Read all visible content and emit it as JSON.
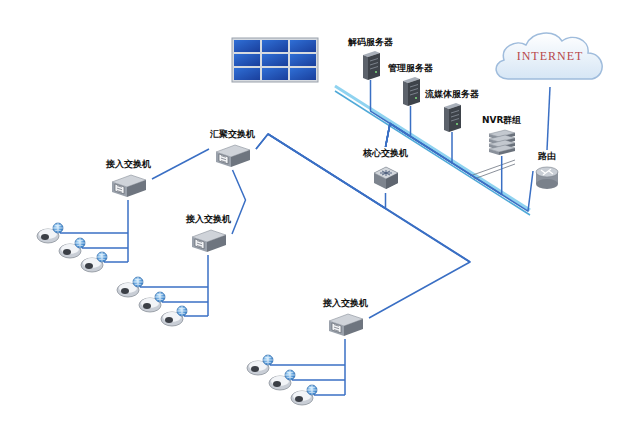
{
  "diagram": {
    "nodes": [
      {
        "text": [
          "INTERNET"
        ]
      },
      {
        "text": [
          "解码服务器"
        ]
      },
      {
        "text": [
          "管理服务器"
        ]
      },
      {
        "text": [
          "流媒体服务器"
        ]
      },
      {
        "text": [
          "NVR群组"
        ]
      },
      {
        "text": [
          "路由"
        ]
      },
      {
        "text": [
          "核心交换机"
        ]
      },
      {
        "text": [
          "汇聚交换机"
        ]
      },
      {
        "text": [
          "接入交换机"
        ]
      },
      {
        "text": [
          "接入交换机"
        ]
      },
      {
        "text": [
          "接入交换机"
        ]
      }
    ],
    "edges": [
      {
        "from": 5,
        "to": 0,
        "arrow": "none"
      },
      {
        "from": 1,
        "to": 6,
        "arrow": "none"
      },
      {
        "from": 2,
        "to": 6,
        "arrow": "none"
      },
      {
        "from": 3,
        "to": 6,
        "arrow": "none"
      },
      {
        "from": 4,
        "to": 6,
        "arrow": "none"
      },
      {
        "from": 5,
        "to": 6,
        "arrow": "none"
      },
      {
        "from": 6,
        "to": 7,
        "arrow": "none"
      },
      {
        "from": 7,
        "to": 8,
        "arrow": "none"
      },
      {
        "from": 7,
        "to": 9,
        "arrow": "none"
      },
      {
        "from": 7,
        "to": 10,
        "arrow": "none"
      }
    ]
  }
}
